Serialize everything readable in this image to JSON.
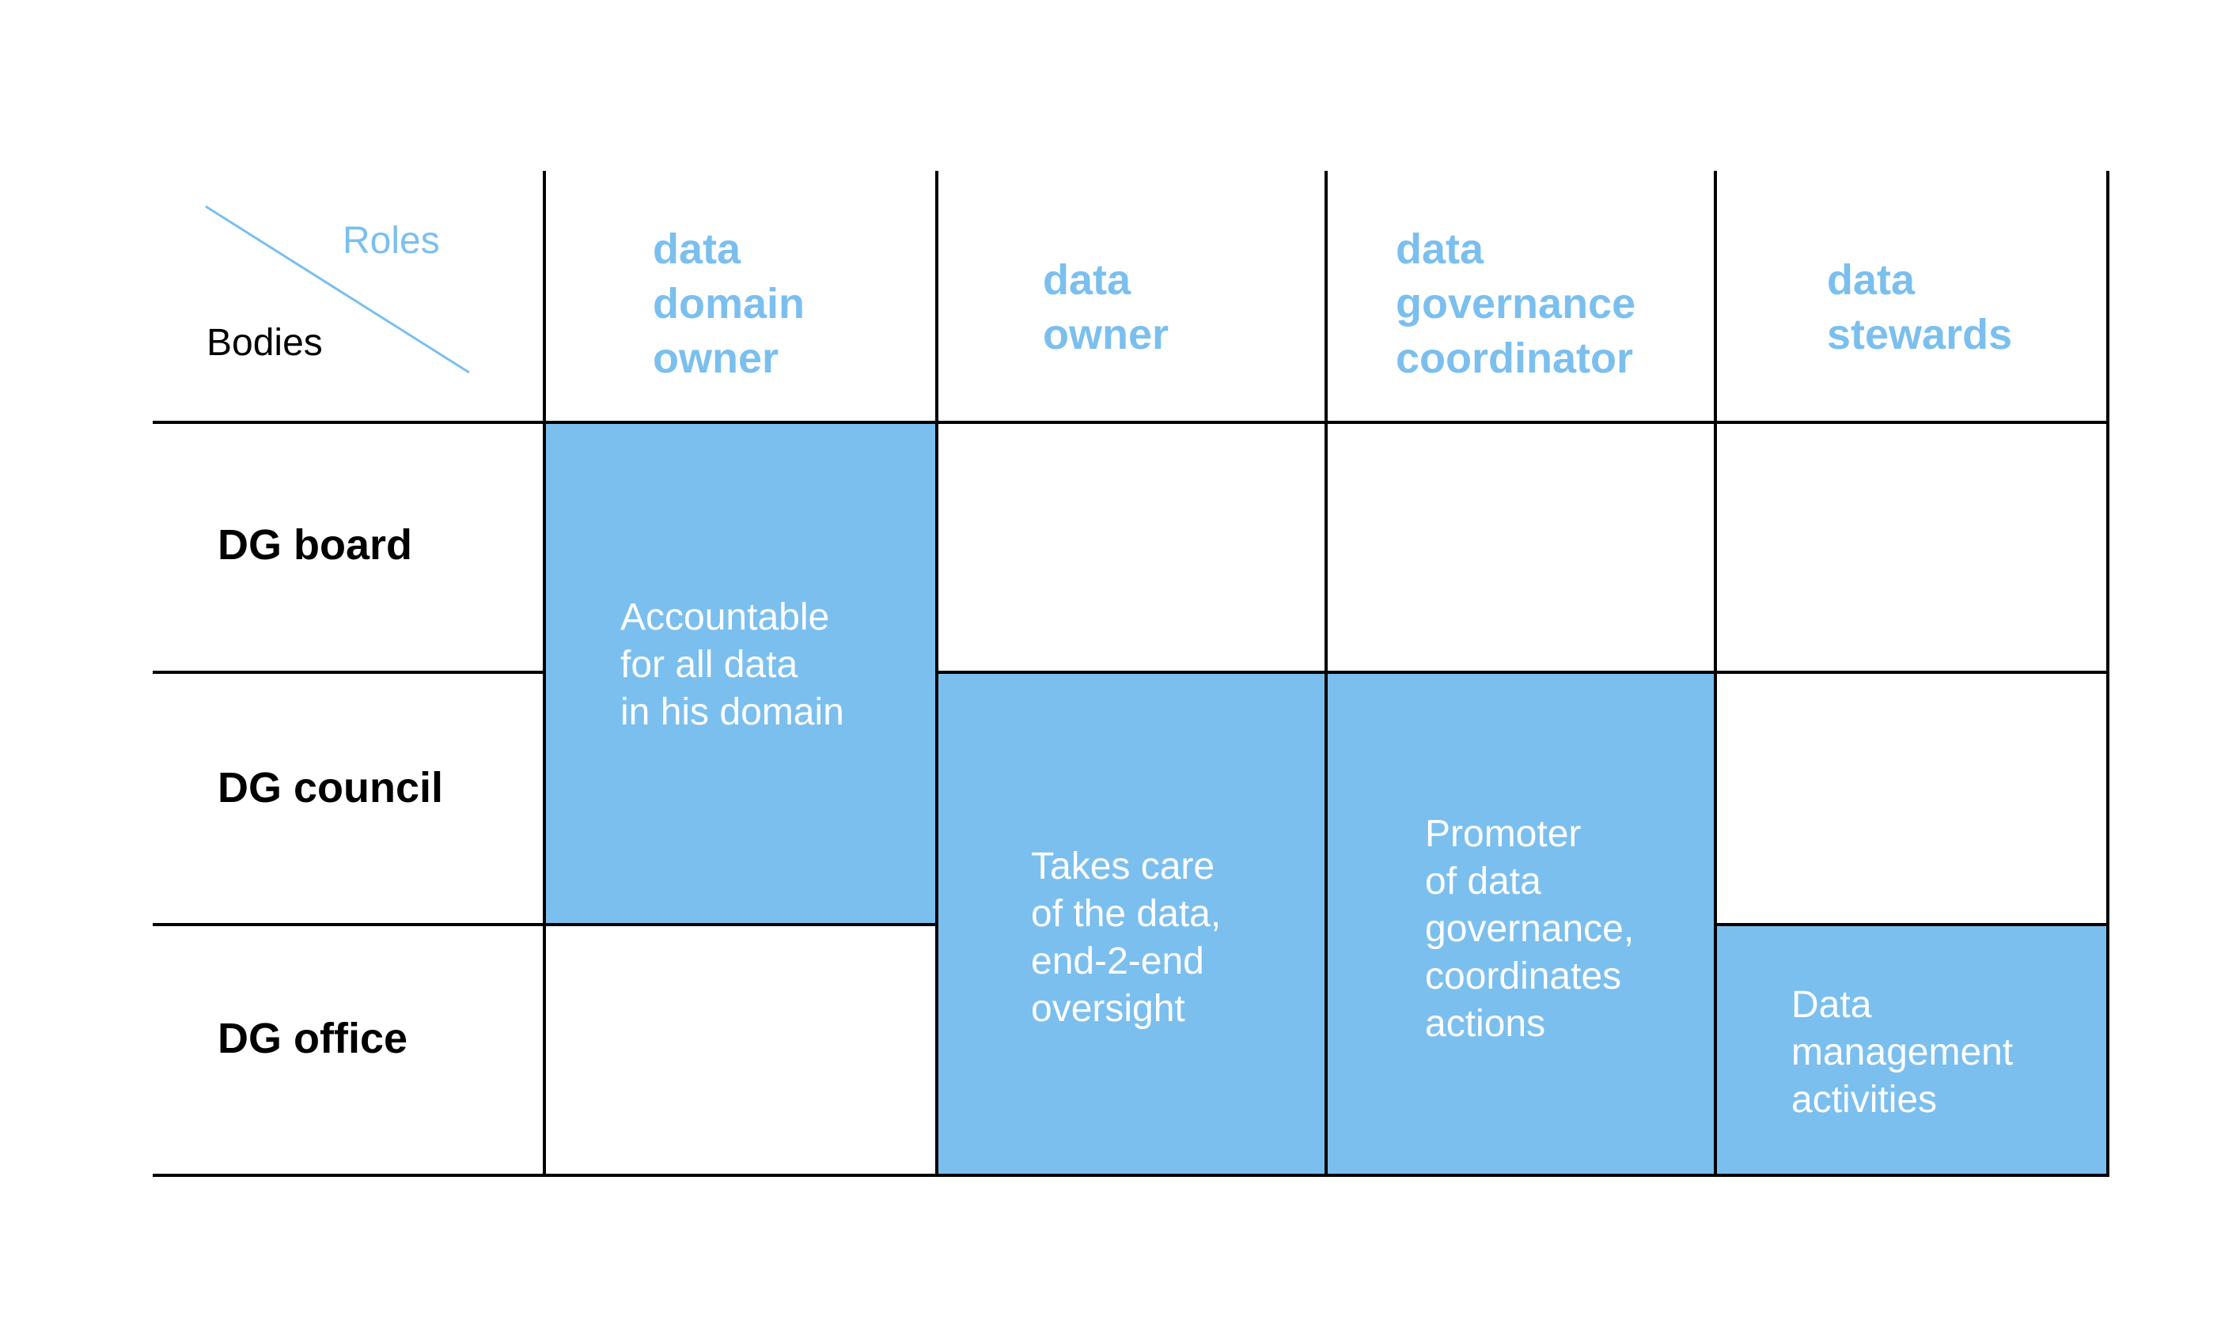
{
  "corner": {
    "roles_label": "Roles",
    "bodies_label": "Bodies"
  },
  "roles": [
    "data\ndomain\nowner",
    "data\nowner",
    "data\ngovernance\ncoordinator",
    "data\nstewards"
  ],
  "bodies": [
    "DG board",
    "DG council",
    "DG office"
  ],
  "responsibilities": [
    {
      "role": "data domain owner",
      "bodies": [
        "DG board",
        "DG council"
      ],
      "text": "Accountable\nfor all data\nin his domain"
    },
    {
      "role": "data owner",
      "bodies": [
        "DG council",
        "DG office"
      ],
      "text": "Takes care\nof the data,\nend-2-end\noversight"
    },
    {
      "role": "data governance coordinator",
      "bodies": [
        "DG council",
        "DG office"
      ],
      "text": "Promoter\nof data\ngovernance,\ncoordinates\nactions"
    },
    {
      "role": "data stewards",
      "bodies": [
        "DG office"
      ],
      "text": "Data\nmanagement\nactivities"
    }
  ],
  "colors": {
    "accent": "#7bbfee",
    "line": "#000000",
    "background": "#ffffff"
  }
}
